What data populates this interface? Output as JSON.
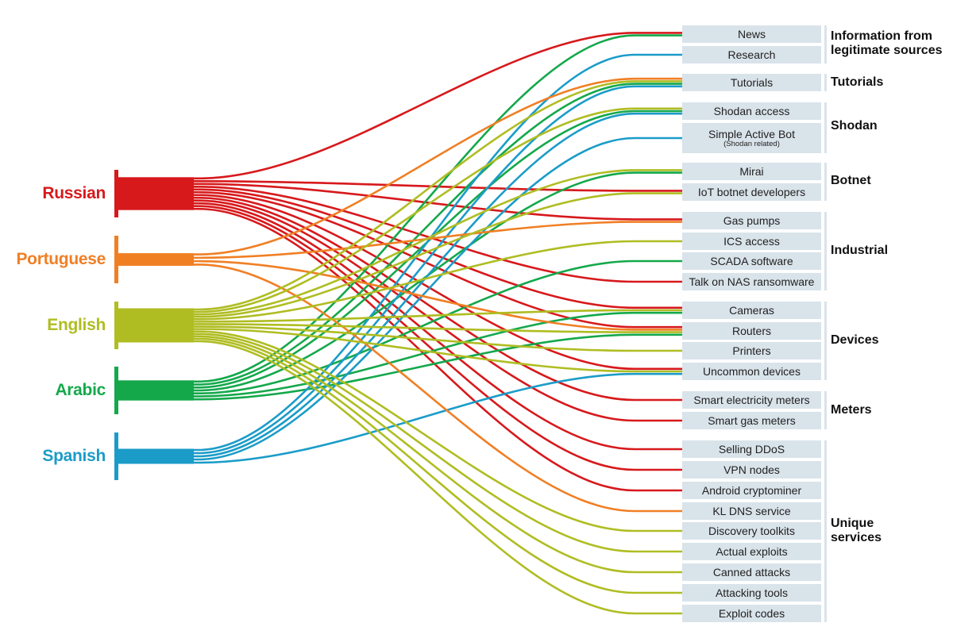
{
  "diagram": {
    "sources": [
      {
        "id": "russian",
        "label": "Russian",
        "color": "#d7191c"
      },
      {
        "id": "portuguese",
        "label": "Portuguese",
        "color": "#f07f24"
      },
      {
        "id": "english",
        "label": "English",
        "color": "#afbd22"
      },
      {
        "id": "arabic",
        "label": "Arabic",
        "color": "#14a84b"
      },
      {
        "id": "spanish",
        "label": "Spanish",
        "color": "#1b9cc8"
      }
    ],
    "targets": [
      {
        "id": "news",
        "label": "News"
      },
      {
        "id": "research",
        "label": "Research"
      },
      {
        "id": "tutorials",
        "label": "Tutorials"
      },
      {
        "id": "shodan-access",
        "label": "Shodan access"
      },
      {
        "id": "simple-active-bot",
        "label": "Simple Active Bot",
        "sublabel": "(Shodan related)"
      },
      {
        "id": "mirai",
        "label": "Mirai"
      },
      {
        "id": "iot-botnet-developers",
        "label": "IoT botnet developers"
      },
      {
        "id": "gas-pumps",
        "label": "Gas pumps"
      },
      {
        "id": "ics-access",
        "label": "ICS access"
      },
      {
        "id": "scada-software",
        "label": "SCADA software"
      },
      {
        "id": "talk-on-nas-ransomware",
        "label": "Talk on NAS ransomware"
      },
      {
        "id": "cameras",
        "label": "Cameras"
      },
      {
        "id": "routers",
        "label": "Routers"
      },
      {
        "id": "printers",
        "label": "Printers"
      },
      {
        "id": "uncommon-devices",
        "label": "Uncommon devices"
      },
      {
        "id": "smart-electricity-meters",
        "label": "Smart electricity meters"
      },
      {
        "id": "smart-gas-meters",
        "label": "Smart gas meters"
      },
      {
        "id": "selling-ddos",
        "label": "Selling DDoS"
      },
      {
        "id": "vpn-nodes",
        "label": "VPN nodes"
      },
      {
        "id": "android-cryptominer",
        "label": "Android cryptominer"
      },
      {
        "id": "kl-dns-service",
        "label": "KL DNS service"
      },
      {
        "id": "discovery-toolkits",
        "label": "Discovery toolkits"
      },
      {
        "id": "actual-exploits",
        "label": "Actual exploits"
      },
      {
        "id": "canned-attacks",
        "label": "Canned attacks"
      },
      {
        "id": "attacking-tools",
        "label": "Attacking tools"
      },
      {
        "id": "exploit-codes",
        "label": "Exploit codes"
      }
    ],
    "groups": [
      {
        "id": "information",
        "label": "Information from legitimate sources"
      },
      {
        "id": "tutorials",
        "label": "Tutorials"
      },
      {
        "id": "shodan",
        "label": "Shodan"
      },
      {
        "id": "botnet",
        "label": "Botnet"
      },
      {
        "id": "industrial",
        "label": "Industrial"
      },
      {
        "id": "devices",
        "label": "Devices"
      },
      {
        "id": "meters",
        "label": "Meters"
      },
      {
        "id": "unique",
        "label": "Unique services"
      }
    ],
    "links": [
      {
        "source": "russian",
        "target": "news"
      },
      {
        "source": "arabic",
        "target": "news"
      },
      {
        "source": "spanish",
        "target": "research"
      },
      {
        "source": "portuguese",
        "target": "tutorials"
      },
      {
        "source": "english",
        "target": "tutorials"
      },
      {
        "source": "arabic",
        "target": "tutorials"
      },
      {
        "source": "spanish",
        "target": "tutorials"
      },
      {
        "source": "english",
        "target": "shodan-access"
      },
      {
        "source": "arabic",
        "target": "shodan-access"
      },
      {
        "source": "spanish",
        "target": "shodan-access"
      },
      {
        "source": "spanish",
        "target": "simple-active-bot"
      },
      {
        "source": "english",
        "target": "mirai"
      },
      {
        "source": "arabic",
        "target": "mirai"
      },
      {
        "source": "russian",
        "target": "iot-botnet-developers"
      },
      {
        "source": "english",
        "target": "iot-botnet-developers"
      },
      {
        "source": "russian",
        "target": "gas-pumps"
      },
      {
        "source": "portuguese",
        "target": "gas-pumps"
      },
      {
        "source": "english",
        "target": "ics-access"
      },
      {
        "source": "arabic",
        "target": "scada-software"
      },
      {
        "source": "russian",
        "target": "talk-on-nas-ransomware"
      },
      {
        "source": "russian",
        "target": "cameras"
      },
      {
        "source": "english",
        "target": "cameras"
      },
      {
        "source": "arabic",
        "target": "cameras"
      },
      {
        "source": "russian",
        "target": "routers"
      },
      {
        "source": "portuguese",
        "target": "routers"
      },
      {
        "source": "english",
        "target": "routers"
      },
      {
        "source": "arabic",
        "target": "routers"
      },
      {
        "source": "english",
        "target": "printers"
      },
      {
        "source": "russian",
        "target": "uncommon-devices"
      },
      {
        "source": "english",
        "target": "uncommon-devices"
      },
      {
        "source": "spanish",
        "target": "uncommon-devices"
      },
      {
        "source": "russian",
        "target": "smart-electricity-meters"
      },
      {
        "source": "russian",
        "target": "smart-gas-meters"
      },
      {
        "source": "russian",
        "target": "selling-ddos"
      },
      {
        "source": "russian",
        "target": "vpn-nodes"
      },
      {
        "source": "russian",
        "target": "android-cryptominer"
      },
      {
        "source": "portuguese",
        "target": "kl-dns-service"
      },
      {
        "source": "english",
        "target": "discovery-toolkits"
      },
      {
        "source": "english",
        "target": "actual-exploits"
      },
      {
        "source": "english",
        "target": "canned-attacks"
      },
      {
        "source": "english",
        "target": "attacking-tools"
      },
      {
        "source": "english",
        "target": "exploit-codes"
      }
    ]
  }
}
